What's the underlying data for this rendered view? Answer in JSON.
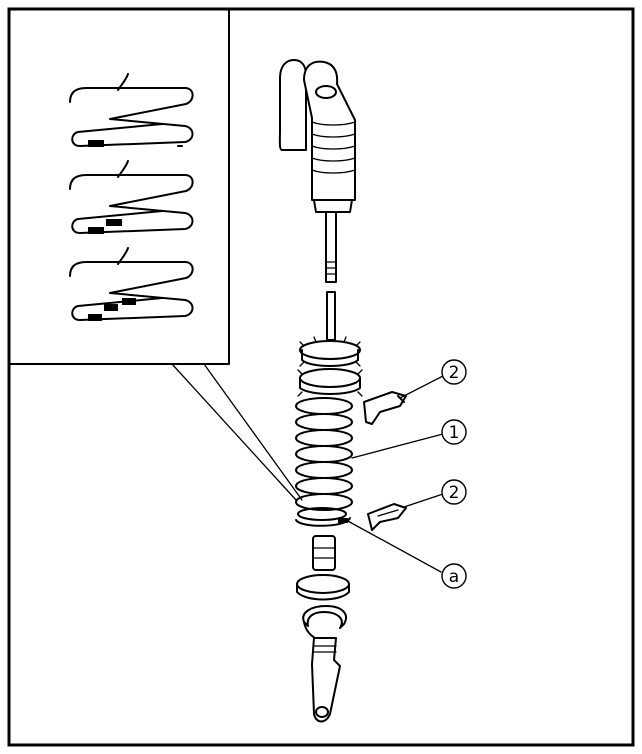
{
  "diagram": {
    "callouts": {
      "spring": "1",
      "spring_stopper_upper": "2",
      "spring_stopper_lower": "2",
      "spring_end": "a"
    }
  }
}
